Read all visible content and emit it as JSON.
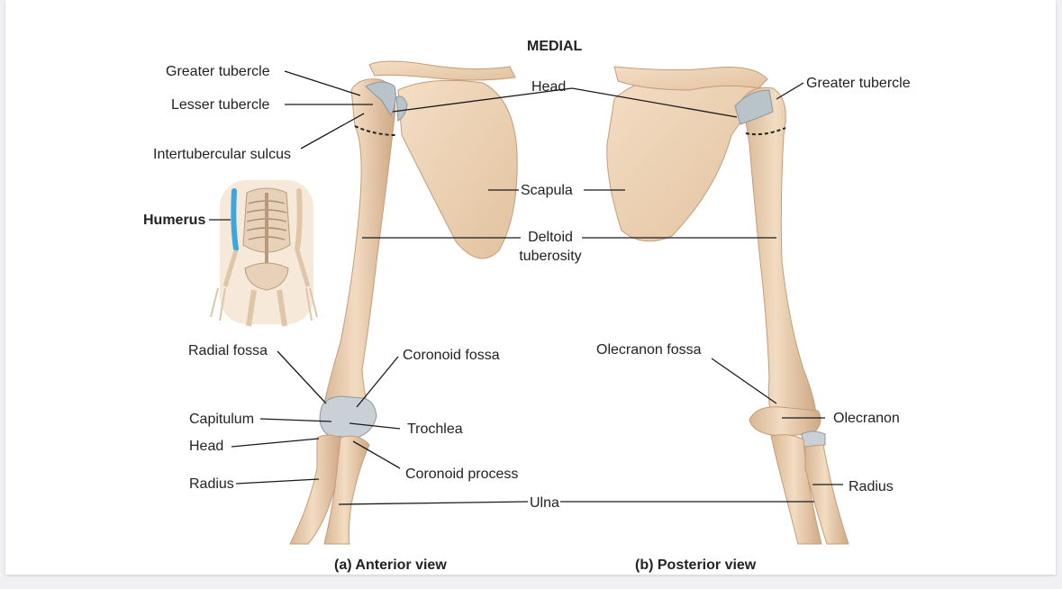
{
  "heading": "MEDIAL",
  "captions": {
    "anterior": "(a) Anterior view",
    "posterior": "(b) Posterior view"
  },
  "inset": {
    "label": "Humerus"
  },
  "labels": {
    "greater_tubercle_left": "Greater tubercle",
    "lesser_tubercle": "Lesser tubercle",
    "intertubercular_sulcus": "Intertubercular sulcus",
    "head_top": "Head",
    "greater_tubercle_right": "Greater tubercle",
    "scapula": "Scapula",
    "deltoid_line1": "Deltoid",
    "deltoid_line2": "tuberosity",
    "radial_fossa": "Radial fossa",
    "coronoid_fossa": "Coronoid fossa",
    "olecranon_fossa": "Olecranon fossa",
    "capitulum": "Capitulum",
    "trochlea": "Trochlea",
    "olecranon": "Olecranon",
    "head_radius": "Head",
    "coronoid_process": "Coronoid process",
    "radius_left": "Radius",
    "radius_right": "Radius",
    "ulna": "Ulna"
  },
  "colors": {
    "bone": "#ecd3b6",
    "bone_shadow": "#c9a683",
    "cartilage": "#c8d0d6",
    "inset_highlight": "#3aa7e0",
    "leader_line": "#1a1a1a"
  }
}
